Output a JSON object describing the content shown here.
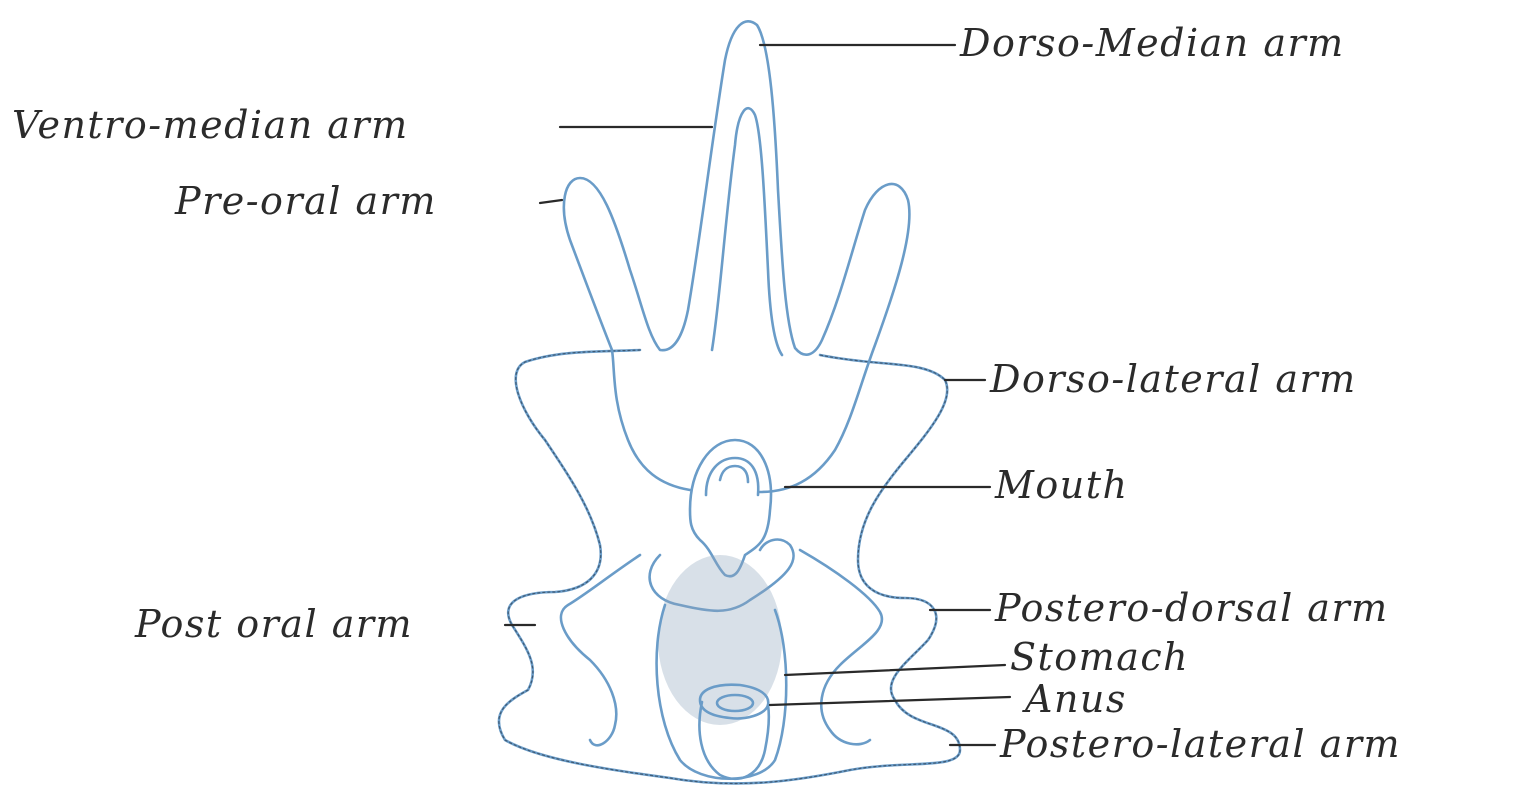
{
  "diagram": {
    "labels": {
      "dorso_median_arm": "Dorso-Median arm",
      "ventro_median_arm": "Ventro-median arm",
      "pre_oral_arm": "Pre-oral arm",
      "dorso_lateral_arm": "Dorso-lateral arm",
      "mouth": "Mouth",
      "post_oral_arm": "Post oral arm",
      "postero_dorsal_arm": "Postero-dorsal arm",
      "stomach": "Stomach",
      "anus": "Anus",
      "postero_lateral_arm": "Postero-lateral arm"
    }
  }
}
